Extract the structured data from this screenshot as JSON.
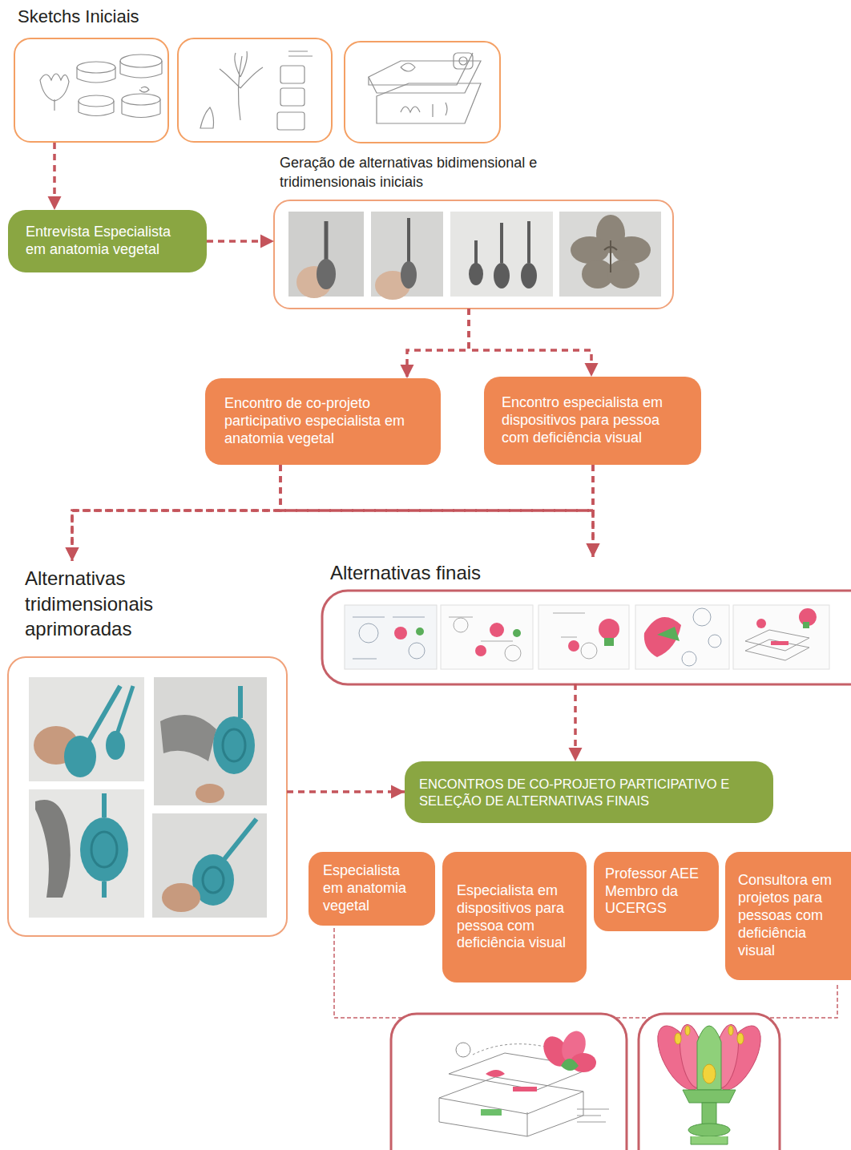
{
  "diagram": {
    "nodes": [
      {
        "text": [
          "Sketchs Iniciais"
        ]
      },
      {
        "text": [
          "Geração de alternativas bidimensional e tridimensionais iniciais"
        ]
      },
      {
        "text": [
          "Entrevista Especialista em anatomia vegetal"
        ]
      },
      {
        "text": [
          "Encontro de co-projeto participativo especialista em anatomia vegetal"
        ]
      },
      {
        "text": [
          "Encontro especialista em dispositivos para pessoa com deficiência visual"
        ]
      },
      {
        "text": [
          "Alternativas tridimensionais aprimoradas"
        ]
      },
      {
        "text": [
          "Alternativas finais"
        ]
      },
      {
        "text": [
          "ENCONTROS DE CO-PROJETO PARTICIPATIVO E SELEÇÃO DE ALTERNATIVAS FINAIS"
        ]
      },
      {
        "text": [
          "Especialista em anatomia vegetal"
        ]
      },
      {
        "text": [
          "Especialista em dispositivos para pessoa com deficiência visual"
        ]
      },
      {
        "text": [
          "Professor AEE Membro da UCERGS"
        ]
      },
      {
        "text": [
          "Consultora em projetos para pessoas com deficiência visual"
        ]
      }
    ],
    "edges": [
      {
        "from": 0,
        "to": 2,
        "arrow": "to"
      },
      {
        "from": 2,
        "to": 1,
        "arrow": "to"
      },
      {
        "from": 1,
        "to": 3,
        "arrow": "to"
      },
      {
        "from": 1,
        "to": 4,
        "arrow": "to"
      },
      {
        "from": 3,
        "to": 5,
        "arrow": "to"
      },
      {
        "from": 3,
        "to": 6,
        "arrow": "to"
      },
      {
        "from": 4,
        "to": 5,
        "arrow": "to"
      },
      {
        "from": 4,
        "to": 6,
        "arrow": "to"
      },
      {
        "from": 6,
        "to": 7,
        "arrow": "to"
      },
      {
        "from": 5,
        "to": 7,
        "arrow": "to"
      }
    ]
  }
}
